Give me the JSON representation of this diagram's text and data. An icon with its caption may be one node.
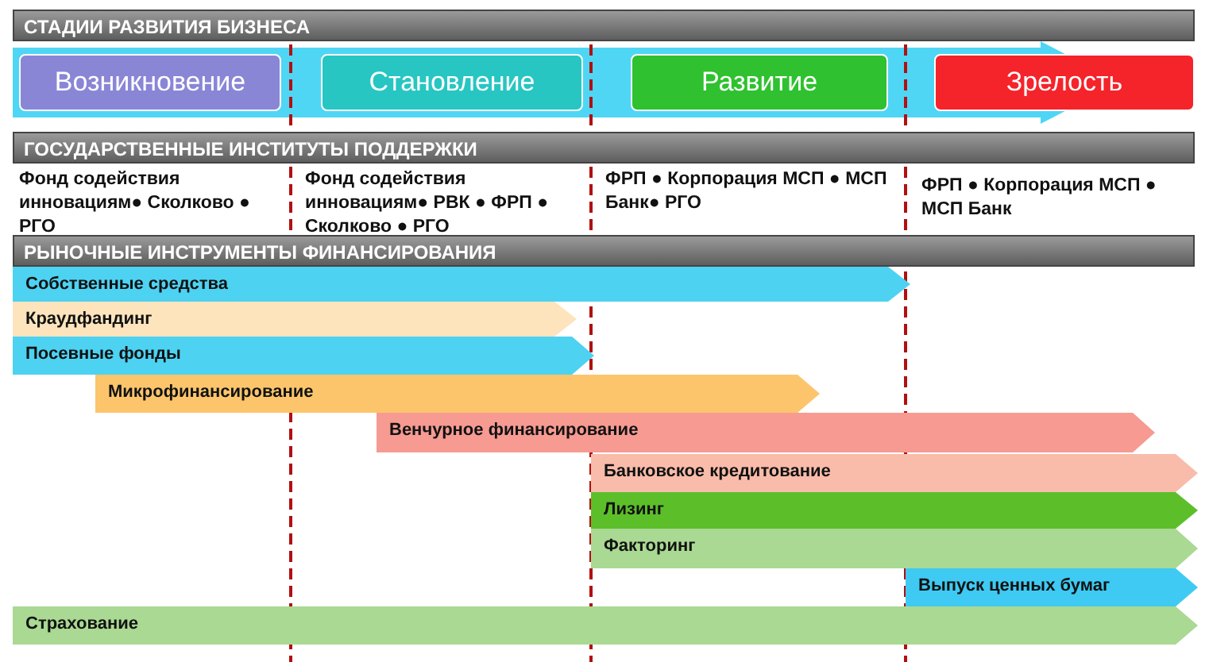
{
  "diagram": {
    "nodes": [
      {
        "text": [
          "СТАДИИ РАЗВИТИЯ БИЗНЕСА"
        ]
      },
      {
        "text": [
          "Возникновение"
        ]
      },
      {
        "text": [
          "Становление"
        ]
      },
      {
        "text": [
          "Развитие"
        ]
      },
      {
        "text": [
          "Зрелость"
        ]
      },
      {
        "text": [
          "ГОСУДАРСТВЕННЫЕ ИНСТИТУТЫ ПОДДЕРЖКИ"
        ]
      },
      {
        "text": [
          "РЫНОЧНЫЕ ИНСТРУМЕНТЫ ФИНАНСИРОВАНИЯ"
        ]
      },
      {
        "text": [
          "Собственные средства"
        ]
      },
      {
        "text": [
          "Краудфандинг"
        ]
      },
      {
        "text": [
          "Посевные фонды"
        ]
      },
      {
        "text": [
          "Микрофинансирование"
        ]
      },
      {
        "text": [
          "Венчурное финансирование"
        ]
      },
      {
        "text": [
          "Банковское кредитование"
        ]
      },
      {
        "text": [
          "Лизинг"
        ]
      },
      {
        "text": [
          "Факторинг"
        ]
      },
      {
        "text": [
          "Выпуск ценных бумаг"
        ]
      },
      {
        "text": [
          "Страхование"
        ]
      }
    ],
    "labels": [
      "Фонд содействия инновациям● Сколково ● РГО",
      "Фонд содействия инновациям● РВК ● ФРП ● Сколково ● РГО",
      "ФРП ● Корпорация МСП ● МСП Банк● РГО",
      "ФРП ● Корпорация МСП ● МСП Банк"
    ]
  }
}
